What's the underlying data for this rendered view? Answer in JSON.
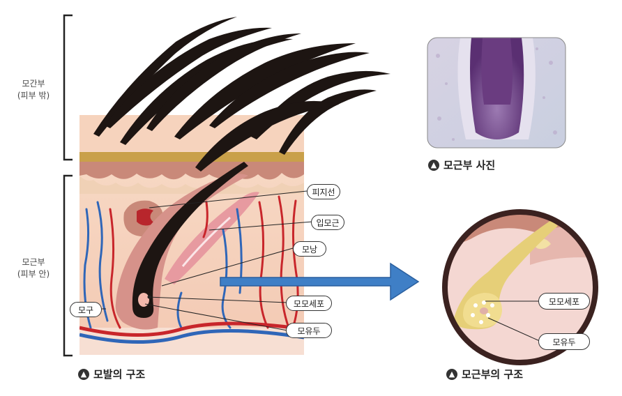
{
  "left_labels": {
    "shaft": {
      "title": "모간부",
      "sub": "(피부 밖)"
    },
    "root": {
      "title": "모근부",
      "sub": "(피부 안)"
    }
  },
  "callouts": {
    "sebaceous": "피지선",
    "arrector": "입모근",
    "follicle": "모낭",
    "bulb": "모구",
    "matrix_left": "모모세포",
    "papilla_left": "모유두",
    "matrix_right": "모모세포",
    "papilla_right": "모유두"
  },
  "captions": {
    "hair_structure": "모발의 구조",
    "photo": "모근부 사진",
    "root_structure": "모근부의 구조"
  },
  "icons": {
    "caption_icon": "up-arrow-circle-icon",
    "big_arrow": "right-arrow-icon"
  },
  "colors": {
    "arrow_blue": "#3f7fc6",
    "artery_red": "#c8262b",
    "vein_blue": "#2f66b8",
    "hair_dark": "#1d1512",
    "skin_pink": "#f6cdb7",
    "photo_purple": "#6a3c80"
  }
}
